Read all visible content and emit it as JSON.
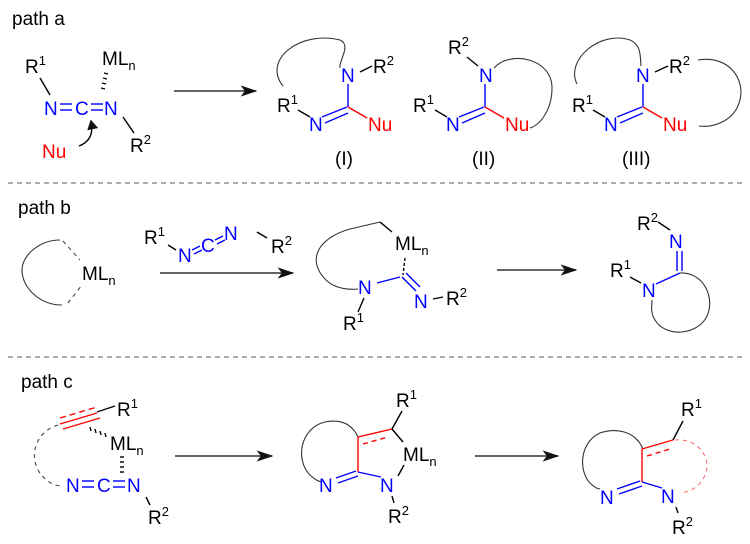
{
  "sections": [
    {
      "label": "path a"
    },
    {
      "label": "path b"
    },
    {
      "label": "path c"
    }
  ],
  "atoms": {
    "R": "R",
    "N": "N",
    "C": "C",
    "M": "ML",
    "n": "n",
    "Nu": "Nu",
    "one": "1",
    "two": "2"
  },
  "path_a": {
    "products": [
      {
        "label": "(I)"
      },
      {
        "label": "(II)"
      },
      {
        "label": "(III)"
      }
    ]
  },
  "colors": {
    "carbodiimide": "#0000ff",
    "nucleophile": "#ff0000",
    "alkyne": "#ff0000",
    "text": "#000000"
  }
}
